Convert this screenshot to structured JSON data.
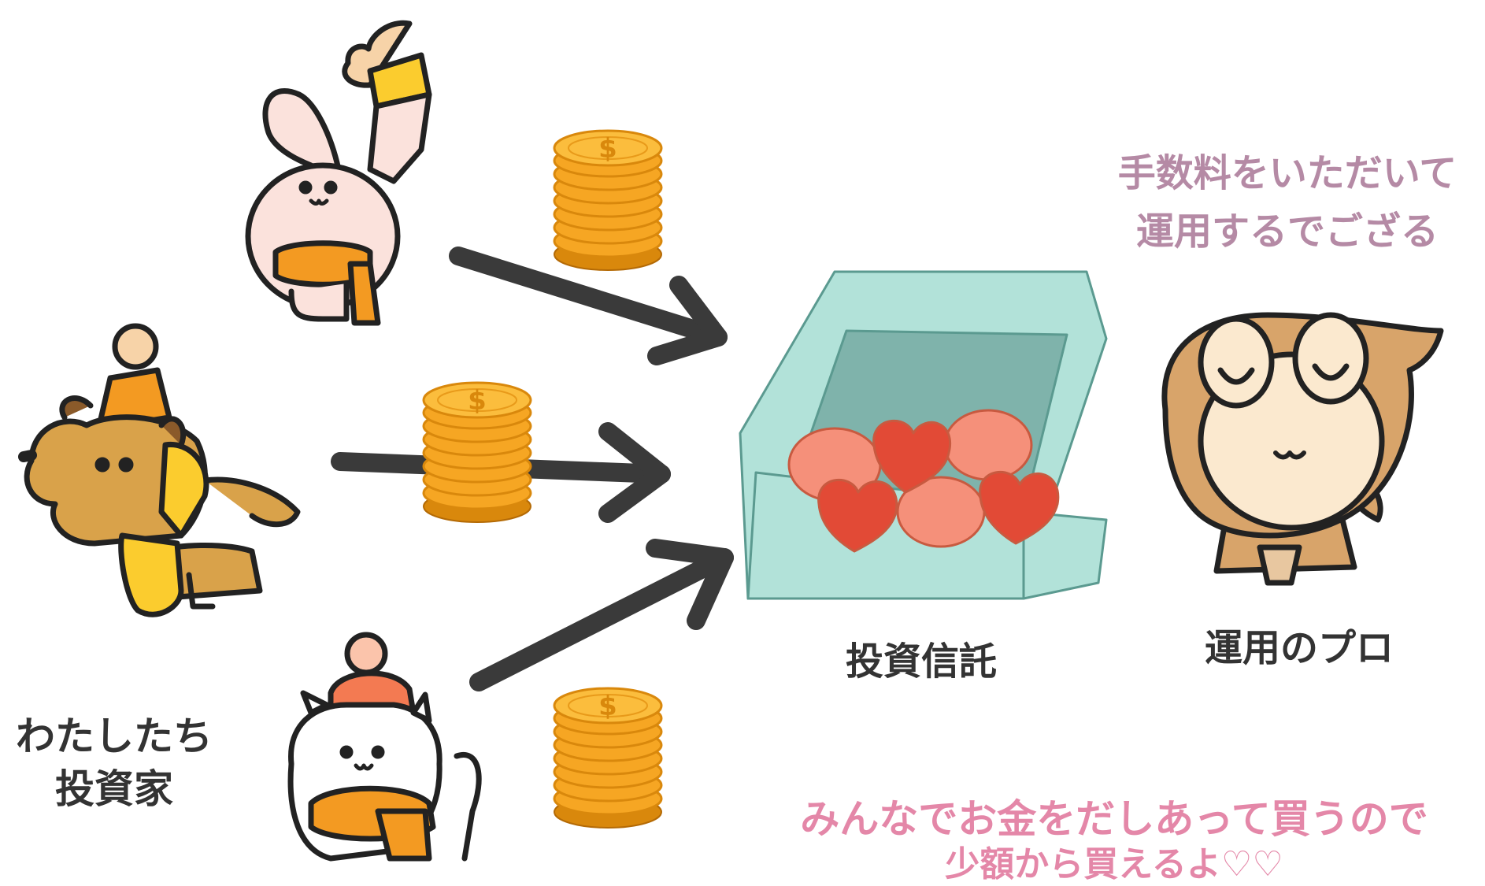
{
  "labels": {
    "investors_line1": "わたしたち",
    "investors_line2": "投資家",
    "fund": "投資信託",
    "manager": "運用のプロ",
    "manager_speech_line1": "手数料をいただいて",
    "manager_speech_line2": "運用するでござる",
    "bottom_line1": "みんなでお金をだしあって買うので",
    "bottom_line2": "少額から買えるよ♡♡"
  },
  "coin_symbol": "$",
  "icons": {
    "rabbit": "rabbit-investor-icon",
    "dog": "dog-investor-icon",
    "cat": "cat-investor-icon",
    "coins": "coin-stack-icon",
    "arrow": "arrow-right-icon",
    "box": "pastry-box-icon",
    "monkey": "monkey-manager-icon"
  },
  "colors": {
    "arrow": "#3a3a3a",
    "coin": "#f6a623",
    "coin_edge": "#d9880c",
    "box": "#b2e2d9",
    "box_inner": "#7fb3ab",
    "heart": "#e24a36",
    "pastry": "#f5907a",
    "orange": "#f39a22",
    "yellow": "#fbcc2e",
    "pink_fur": "#fbe2dc",
    "dog_fur": "#d9a24a",
    "monkey_fur": "#d8a46a",
    "monkey_face": "#fbe9cf",
    "text_dark": "#333333",
    "text_mauve": "#b58aa5",
    "text_pink": "#e487a8"
  }
}
